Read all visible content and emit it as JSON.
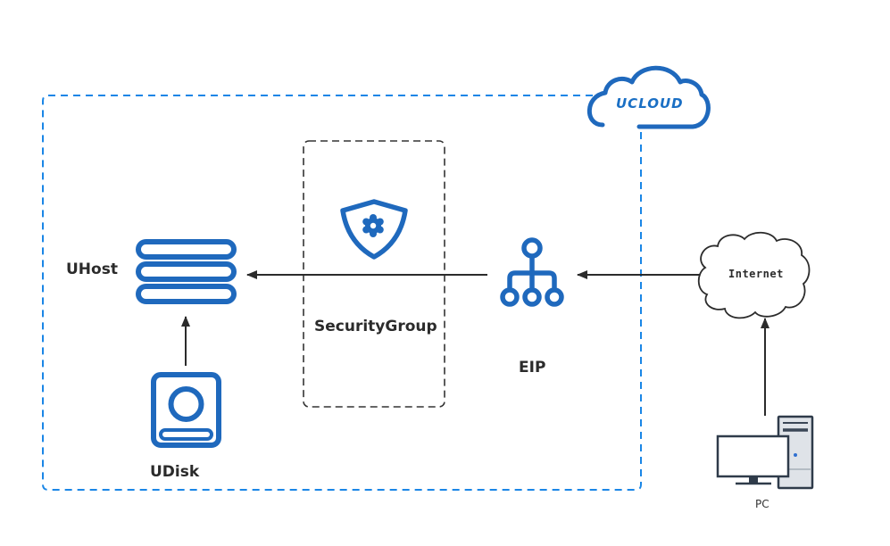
{
  "diagram": {
    "title": "UCloud network topology",
    "colors": {
      "accent": "#1f69bd",
      "region_border": "#1a86e6",
      "group_border": "#333333",
      "arrow": "#2b2b2b",
      "text": "#2b2b2b"
    },
    "region": {
      "name": "UCLOUD",
      "logo_icon": "cloud-logo-icon"
    },
    "nodes": {
      "uhost": {
        "label": "UHost",
        "icon": "server-stack-icon"
      },
      "udisk": {
        "label": "UDisk",
        "icon": "disk-icon"
      },
      "security_group": {
        "label": "SecurityGroup",
        "icon": "shield-gear-icon"
      },
      "eip": {
        "label": "EIP",
        "icon": "network-hierarchy-icon"
      },
      "internet": {
        "label": "Internet",
        "icon": "cloud-outline-icon"
      },
      "pc": {
        "label": "PC",
        "icon": "desktop-computer-icon"
      }
    },
    "edges": [
      {
        "from": "UDisk",
        "to": "UHost"
      },
      {
        "from": "EIP",
        "to": "UHost",
        "via": "SecurityGroup"
      },
      {
        "from": "Internet",
        "to": "EIP"
      },
      {
        "from": "PC",
        "to": "Internet"
      }
    ]
  }
}
